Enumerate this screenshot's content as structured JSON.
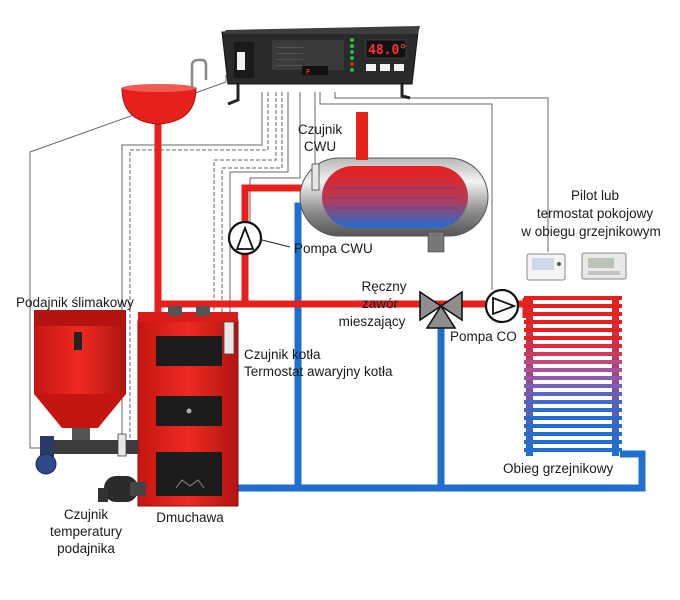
{
  "colors": {
    "supply": "#e8201c",
    "return": "#1f6fd1",
    "signal": "#555555",
    "controller": "#2a2a2a"
  },
  "labels": {
    "czujnik_cwu": [
      "Czujnik",
      "CWU"
    ],
    "pompa_cwu": "Pompa CWU",
    "pilot": [
      "Pilot lub",
      "termostat pokojowy",
      "w obiegu grzejnikowym"
    ],
    "podajnik": "Podajnik ślimakowy",
    "zawor": [
      "Ręczny",
      "zawór",
      "mieszający"
    ],
    "pompa_co": "Pompa CO",
    "czujnik_kotla": [
      "Czujnik kotła",
      "Termostat awaryjny kotła"
    ],
    "obieg": "Obieg grzejnikowy",
    "czujnik_podajnika": [
      "Czujnik",
      "temperatury",
      "podajnika"
    ],
    "dmuchawa": "Dmuchawa"
  },
  "controller": {
    "display": "48.0°",
    "small_display": "F"
  },
  "icons": {
    "pump": "pump-circle-triangle-icon",
    "valve": "three-way-valve-icon",
    "fan": "blower-fan-icon"
  }
}
